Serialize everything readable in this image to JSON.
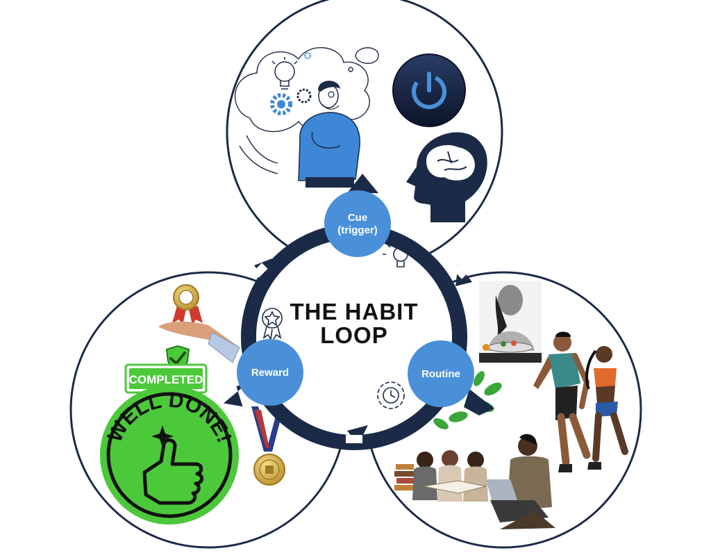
{
  "diagram": {
    "title_line1": "THE HABIT",
    "title_line2": "LOOP",
    "stages": {
      "cue": {
        "line1": "Cue",
        "line2": "(trigger)"
      },
      "routine": {
        "label": "Routine"
      },
      "reward": {
        "label": "Reward"
      }
    },
    "badges": {
      "completed": "COMPLETED",
      "well_done": "WELL DONE!"
    }
  },
  "colors": {
    "navy": "#1b2a47",
    "node_blue": "#4a90d9",
    "person_blue": "#3d87d6",
    "badge_green": "#4cc93a",
    "badge_dark": "#111111",
    "medal_gold": "#c9a646"
  },
  "icons": [
    "thinking-person-icon",
    "lightbulb-icon",
    "gear-icon",
    "power-button-icon",
    "brain-head-icon",
    "award-ribbon-icon",
    "star-badge-icon",
    "clock-cycle-icon",
    "medal-icon",
    "thumbs-up-icon",
    "checkmark-shield-icon"
  ]
}
